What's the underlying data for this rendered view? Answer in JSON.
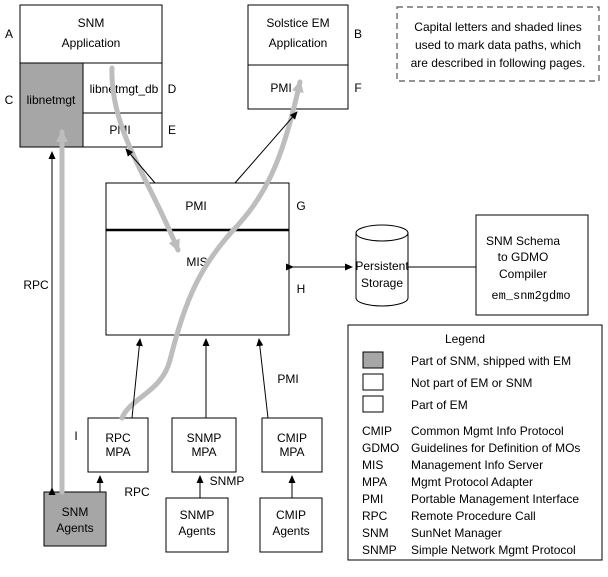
{
  "snm_app": {
    "line1": "SNM",
    "line2": "Application"
  },
  "libnetmgt": "libnetmgt",
  "libnetmgt_db": "libnetmgt_db",
  "snm_pmi": "PMI",
  "solstice_app": {
    "line1": "Solstice EM",
    "line2": "Application"
  },
  "solstice_pmi": "PMI",
  "note": {
    "line1": "Capital letters and shaded lines",
    "line2": "used to mark data paths, which",
    "line3": "are described in following pages."
  },
  "letters": {
    "a": "A",
    "b": "B",
    "c": "C",
    "d": "D",
    "e": "E",
    "f": "F",
    "g": "G",
    "h": "H",
    "i": "I"
  },
  "mis_box": {
    "pmi": "PMI",
    "mis": "MIS"
  },
  "storage": {
    "line1": "Persistent",
    "line2": "Storage"
  },
  "compiler": {
    "line1": "SNM Schema",
    "line2": "to GDMO",
    "line3": "Compiler",
    "line4": "em_snm2gdmo"
  },
  "labels": {
    "rpc_left": "RPC",
    "rpc_bottom": "RPC",
    "snmp": "SNMP",
    "pmi": "PMI"
  },
  "rpc_mpa": {
    "line1": "RPC",
    "line2": "MPA"
  },
  "snmp_mpa": {
    "line1": "SNMP",
    "line2": "MPA"
  },
  "cmip_mpa": {
    "line1": "CMIP",
    "line2": "MPA"
  },
  "snm_agents": {
    "line1": "SNM",
    "line2": "Agents"
  },
  "snmp_agents": {
    "line1": "SNMP",
    "line2": "Agents"
  },
  "cmip_agents": {
    "line1": "CMIP",
    "line2": "Agents"
  },
  "legend": {
    "title": "Legend",
    "swatches": [
      {
        "label": "Part of SNM, shipped with EM",
        "color": "#a6a6a6"
      },
      {
        "label": "Not part of EM or SNM",
        "color": "#ffffff"
      },
      {
        "label": "Part of EM",
        "color": "#ffffff"
      }
    ],
    "abbreviations": [
      {
        "abbr": "CMIP",
        "meaning": "Common Mgmt Info Protocol"
      },
      {
        "abbr": "GDMO",
        "meaning": "Guidelines for Definition of MOs"
      },
      {
        "abbr": "MIS",
        "meaning": "Management Info Server"
      },
      {
        "abbr": "MPA",
        "meaning": "Mgmt Protocol Adapter"
      },
      {
        "abbr": "PMI",
        "meaning": "Portable Management Interface"
      },
      {
        "abbr": "RPC",
        "meaning": "Remote Procedure Call"
      },
      {
        "abbr": "SNM",
        "meaning": "SunNet Manager"
      },
      {
        "abbr": "SNMP",
        "meaning": "Simple Network Mgmt Protocol"
      }
    ]
  },
  "colors": {
    "shaded_component": "#a6a6a6",
    "data_path": "#bdbdbd",
    "line": "#000000"
  }
}
